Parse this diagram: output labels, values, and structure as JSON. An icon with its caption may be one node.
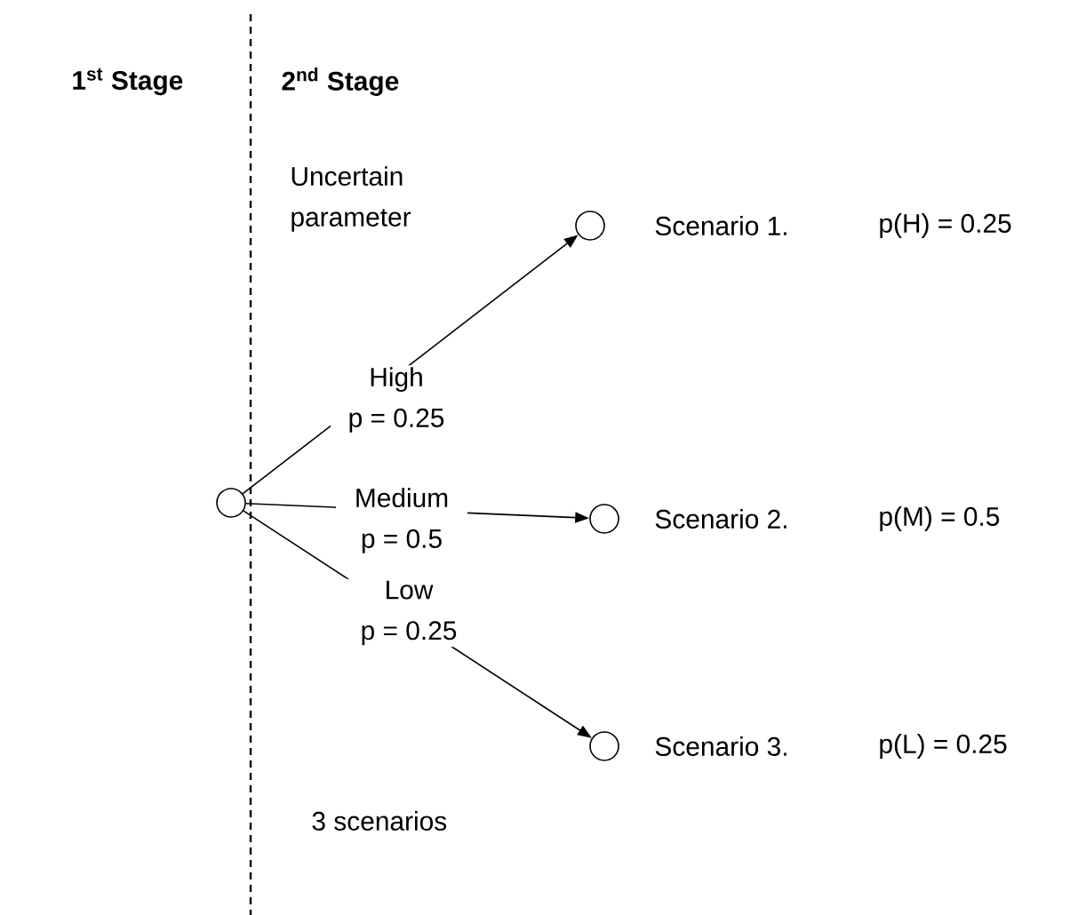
{
  "diagram": {
    "nodes": [
      {
        "text": [],
        "shape": "circle"
      },
      {
        "text": [],
        "shape": "circle",
        "beside": [
          "Scenario 1.",
          "p(H) = 0.25"
        ]
      },
      {
        "text": [],
        "shape": "circle",
        "beside": [
          "Scenario 2.",
          "p(M) = 0.5"
        ]
      },
      {
        "text": [],
        "shape": "circle",
        "beside": [
          "Scenario 3.",
          "p(L) = 0.25"
        ]
      }
    ],
    "edges": [
      {
        "from": 0,
        "to": 1,
        "arrow": "to",
        "label": "High p = 0.25"
      },
      {
        "from": 0,
        "to": 2,
        "arrow": "to",
        "label": "Medium p = 0.5"
      },
      {
        "from": 0,
        "to": 3,
        "arrow": "to",
        "label": "Low p = 0.25"
      }
    ],
    "labels": [
      "1$^{st}$ Stage",
      "2$^{nd}$ Stage",
      "Uncertain parameter",
      "3 scenarios"
    ]
  }
}
